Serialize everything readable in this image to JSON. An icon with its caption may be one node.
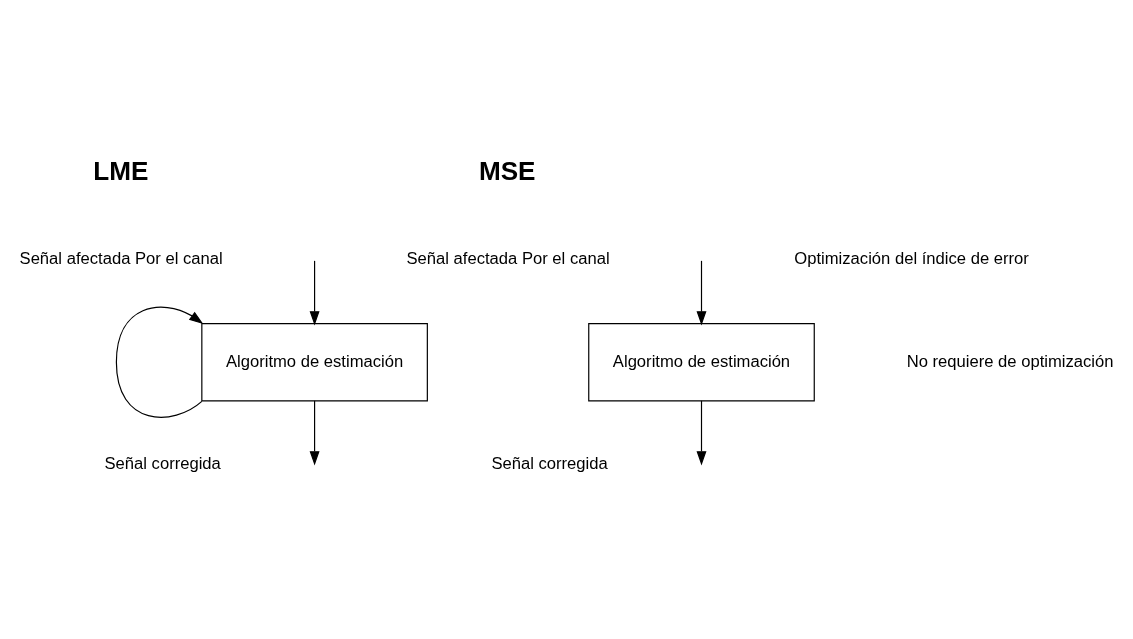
{
  "diagram": {
    "nodes": [
      {
        "text": [
          "Algoritmo de estimación"
        ]
      },
      {
        "text": [
          "Algoritmo de estimación"
        ]
      }
    ],
    "edges": [
      {
        "from": null,
        "to": 0,
        "arrow": "to"
      },
      {
        "from": 0,
        "to": 0,
        "arrow": "to"
      },
      {
        "from": 0,
        "to": null,
        "arrow": "to"
      },
      {
        "from": null,
        "to": 1,
        "arrow": "to"
      },
      {
        "from": 1,
        "to": null,
        "arrow": "to"
      }
    ],
    "labels": [
      "LME",
      "MSE",
      "Señal afectada Por el canal",
      "Optimización del índice de error",
      "Señal corregida",
      "Señal afectada Por el canal",
      "No requiere de optimización",
      "Señal corregida"
    ]
  }
}
